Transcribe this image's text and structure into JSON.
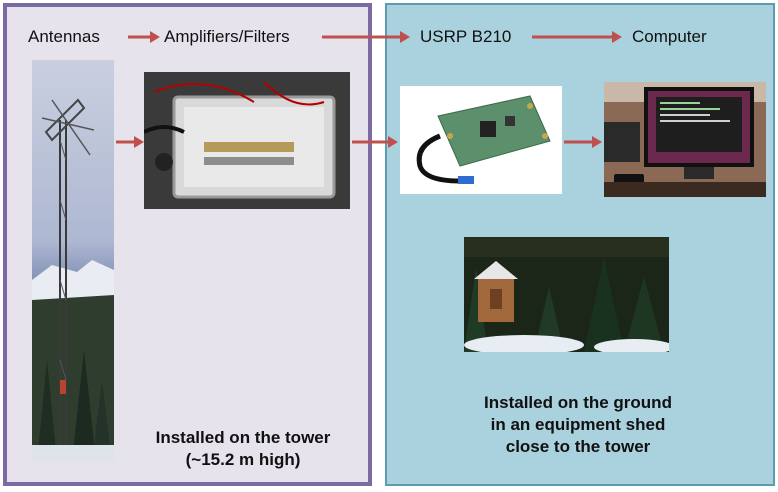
{
  "stages": {
    "antennas": "Antennas",
    "amplifiers": "Amplifiers/Filters",
    "usrp": "USRP B210",
    "computer": "Computer"
  },
  "captions": {
    "tower_line1": "Installed on the tower",
    "tower_line2": "(~15.2 m high)",
    "ground_line1": "Installed on the ground",
    "ground_line2": "in an equipment shed",
    "ground_line3": "close to the tower"
  },
  "colors": {
    "left_panel_fill": "#e6e3ec",
    "left_panel_border": "#7e6aa3",
    "right_panel_fill": "#a9d1de",
    "right_panel_border": "#5d9bb3",
    "arrow": "#c0504d"
  },
  "photos": [
    {
      "name": "antenna-tower-photo",
      "icon": "tower-antenna-photo"
    },
    {
      "name": "amplifier-box-photo",
      "icon": "electronics-enclosure-photo"
    },
    {
      "name": "usrp-board-photo",
      "icon": "circuit-board-photo"
    },
    {
      "name": "computer-photo",
      "icon": "computer-monitor-photo"
    },
    {
      "name": "equipment-shed-photo",
      "icon": "shed-in-forest-photo"
    }
  ]
}
